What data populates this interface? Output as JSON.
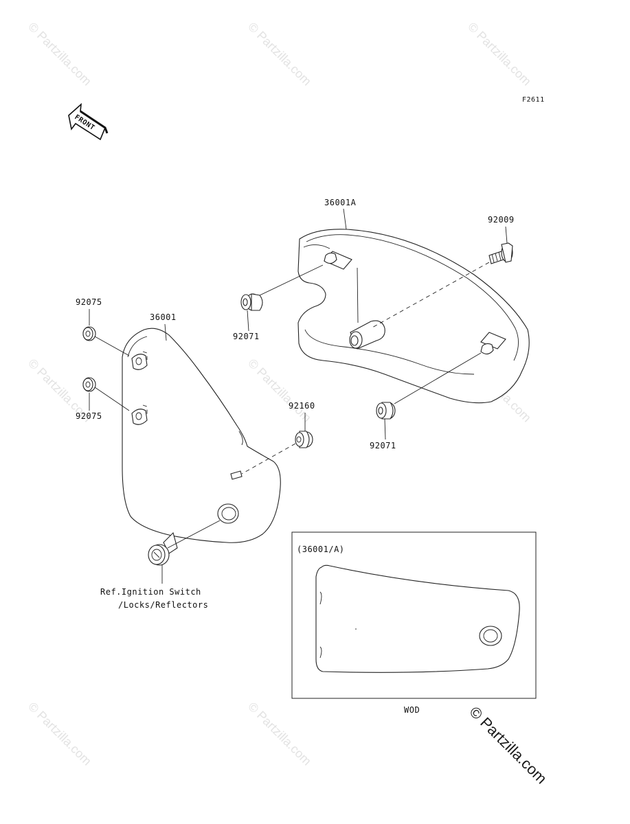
{
  "figure_code": "F2611",
  "front_arrow_text": "FRONT",
  "callouts": {
    "cover_right": "36001A",
    "bolt": "92009",
    "damper_right_upper": "92071",
    "damper_right_lower": "92071",
    "cover_left": "36001",
    "grommet_left_upper": "92075",
    "grommet_left_lower": "92075",
    "damper_left": "92160"
  },
  "reference_note": {
    "line1": "Ref.Ignition Switch",
    "line2": "/Locks/Reflectors"
  },
  "inset": {
    "title": "(36001/A)",
    "caption": "WOD"
  },
  "watermark": {
    "text": "© Partzilla.com",
    "corner_text": "© Partzilla.com"
  }
}
